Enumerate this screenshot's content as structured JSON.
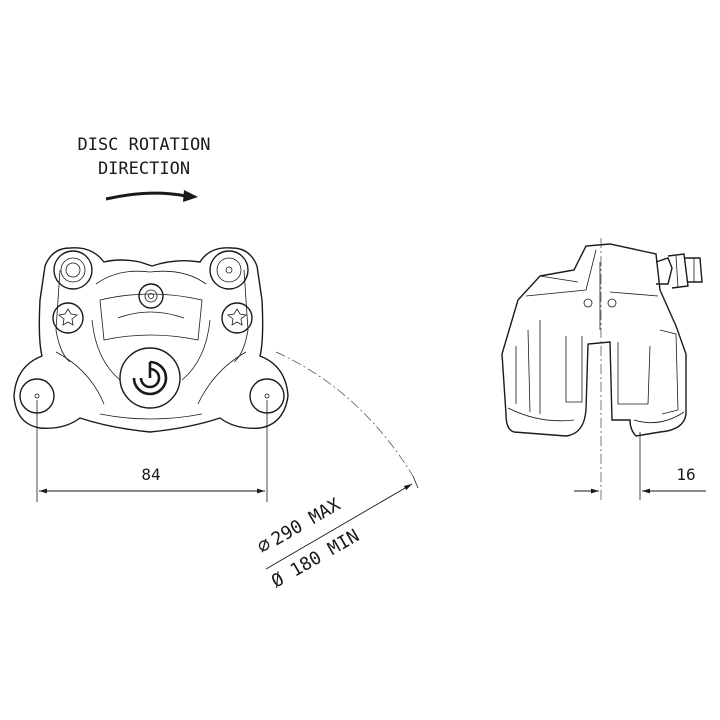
{
  "rotation": {
    "line1": "DISC ROTATION",
    "line2": "DIRECTION"
  },
  "dimensions": {
    "width": "84",
    "offset": "16",
    "disc_max": "290 MAX",
    "disc_min": "Ø 180 MIN"
  },
  "symbols": {
    "diameter": "⌀"
  }
}
